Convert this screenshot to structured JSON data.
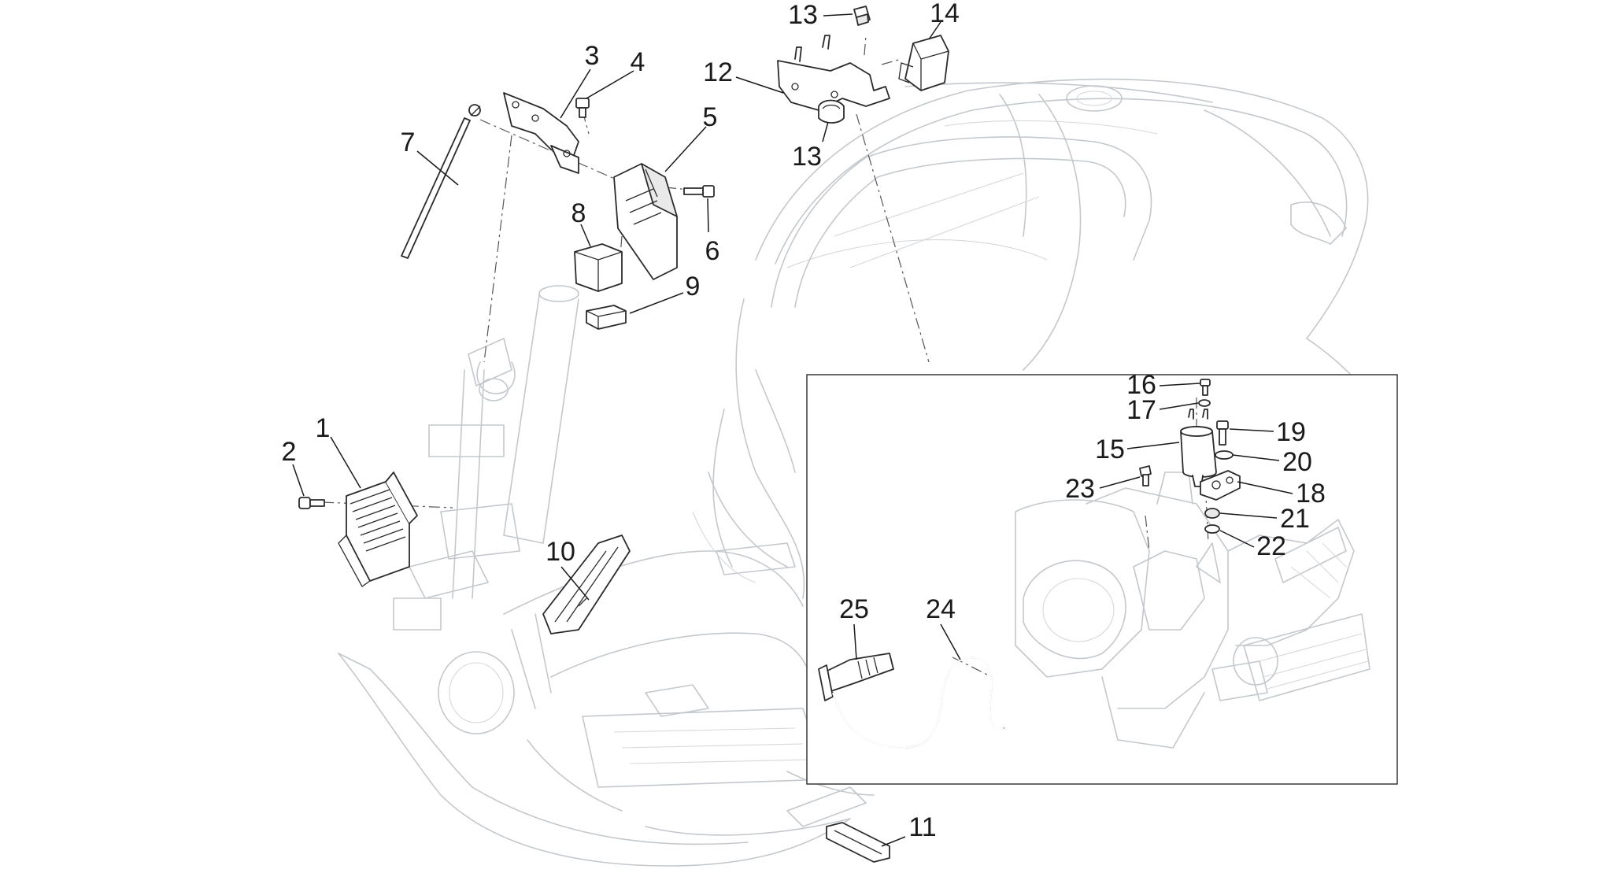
{
  "diagram": {
    "callouts": [
      {
        "id": "1",
        "text": "1"
      },
      {
        "id": "2",
        "text": "2"
      },
      {
        "id": "3",
        "text": "3"
      },
      {
        "id": "4",
        "text": "4"
      },
      {
        "id": "5",
        "text": "5"
      },
      {
        "id": "6",
        "text": "6"
      },
      {
        "id": "7",
        "text": "7"
      },
      {
        "id": "8",
        "text": "8"
      },
      {
        "id": "9",
        "text": "9"
      },
      {
        "id": "10",
        "text": "10"
      },
      {
        "id": "11",
        "text": "11"
      },
      {
        "id": "12",
        "text": "12"
      },
      {
        "id": "13a",
        "text": "13"
      },
      {
        "id": "13b",
        "text": "13"
      },
      {
        "id": "14",
        "text": "14"
      },
      {
        "id": "15",
        "text": "15"
      },
      {
        "id": "16",
        "text": "16"
      },
      {
        "id": "17",
        "text": "17"
      },
      {
        "id": "18",
        "text": "18"
      },
      {
        "id": "19",
        "text": "19"
      },
      {
        "id": "20",
        "text": "20"
      },
      {
        "id": "21",
        "text": "21"
      },
      {
        "id": "22",
        "text": "22"
      },
      {
        "id": "23",
        "text": "23"
      },
      {
        "id": "24",
        "text": "24"
      },
      {
        "id": "25",
        "text": "25"
      }
    ],
    "colors": {
      "line": "#2b2b2b",
      "ghost": "#c4c8cc",
      "background": "#ffffff"
    }
  }
}
